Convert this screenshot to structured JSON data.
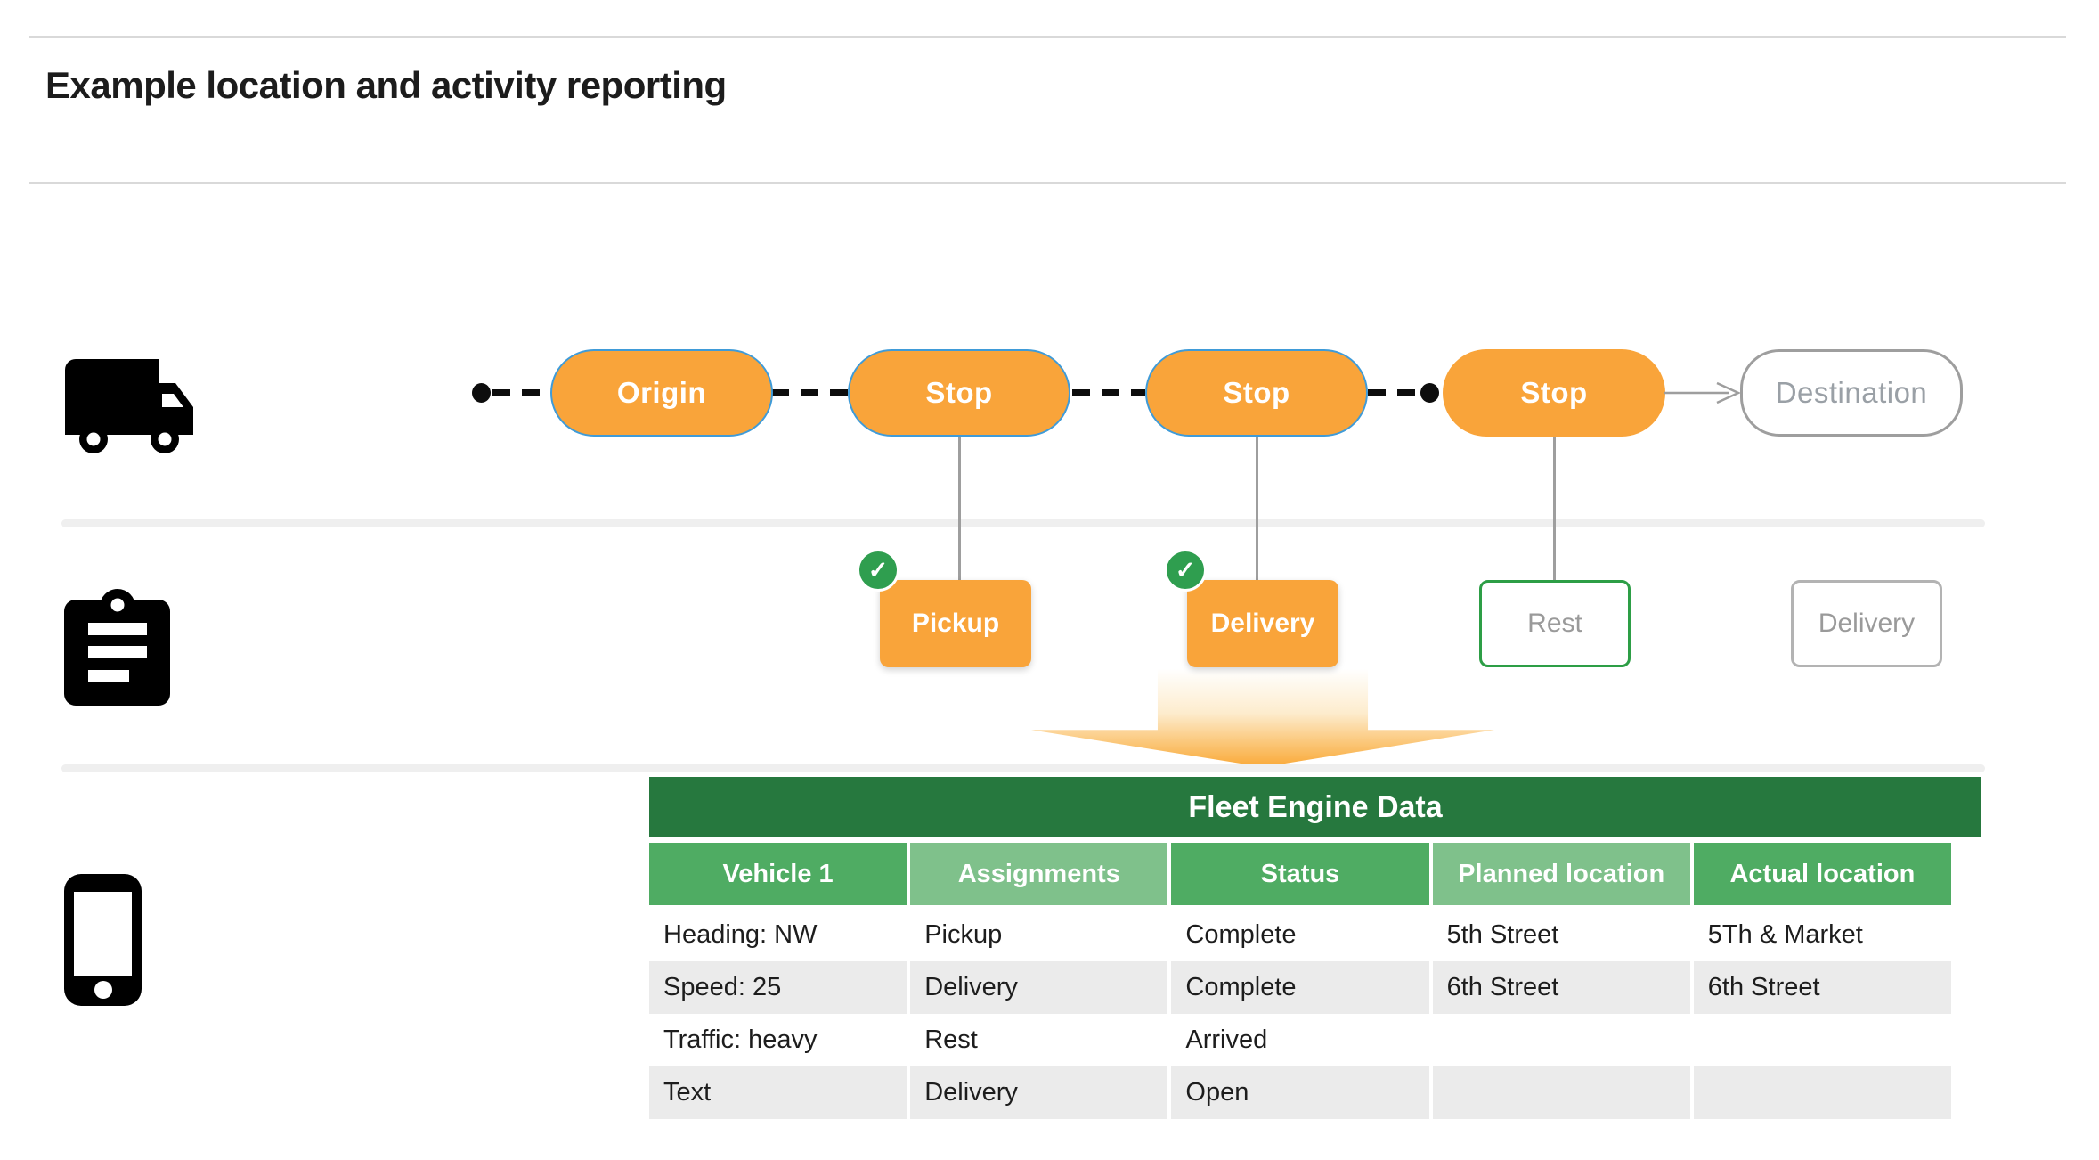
{
  "header": {
    "title": "Example location and activity reporting"
  },
  "colors": {
    "pill_orange": "#f9a43a",
    "pill_border_blue": "#3f9bd8",
    "check_green": "#2f9e4f",
    "table_title_green": "#26783e",
    "header_green_dark": "#4fac63",
    "header_green_light": "#7fc18b",
    "row_alt_gray": "#ebebeb",
    "muted_text_gray": "#9aa0a6"
  },
  "route": {
    "stops": [
      {
        "label": "Origin"
      },
      {
        "label": "Stop"
      },
      {
        "label": "Stop"
      },
      {
        "label": "Stop"
      },
      {
        "label": "Destination"
      }
    ]
  },
  "activities": {
    "check_glyph": "✓",
    "items": [
      {
        "label": "Pickup",
        "state": "complete"
      },
      {
        "label": "Delivery",
        "state": "complete"
      },
      {
        "label": "Rest",
        "state": "arrived"
      },
      {
        "label": "Delivery",
        "state": "open"
      }
    ]
  },
  "table": {
    "title": "Fleet Engine Data",
    "columns": [
      "Vehicle 1",
      "Assignments",
      "Status",
      "Planned location",
      "Actual location"
    ],
    "rows": [
      [
        "Heading: NW",
        "Pickup",
        "Complete",
        "5th Street",
        "5Th & Market"
      ],
      [
        "Speed: 25",
        "Delivery",
        "Complete",
        "6th Street",
        "6th Street"
      ],
      [
        "Traffic: heavy",
        "Rest",
        "Arrived",
        "",
        ""
      ],
      [
        "Text",
        "Delivery",
        "Open",
        "",
        ""
      ]
    ]
  }
}
